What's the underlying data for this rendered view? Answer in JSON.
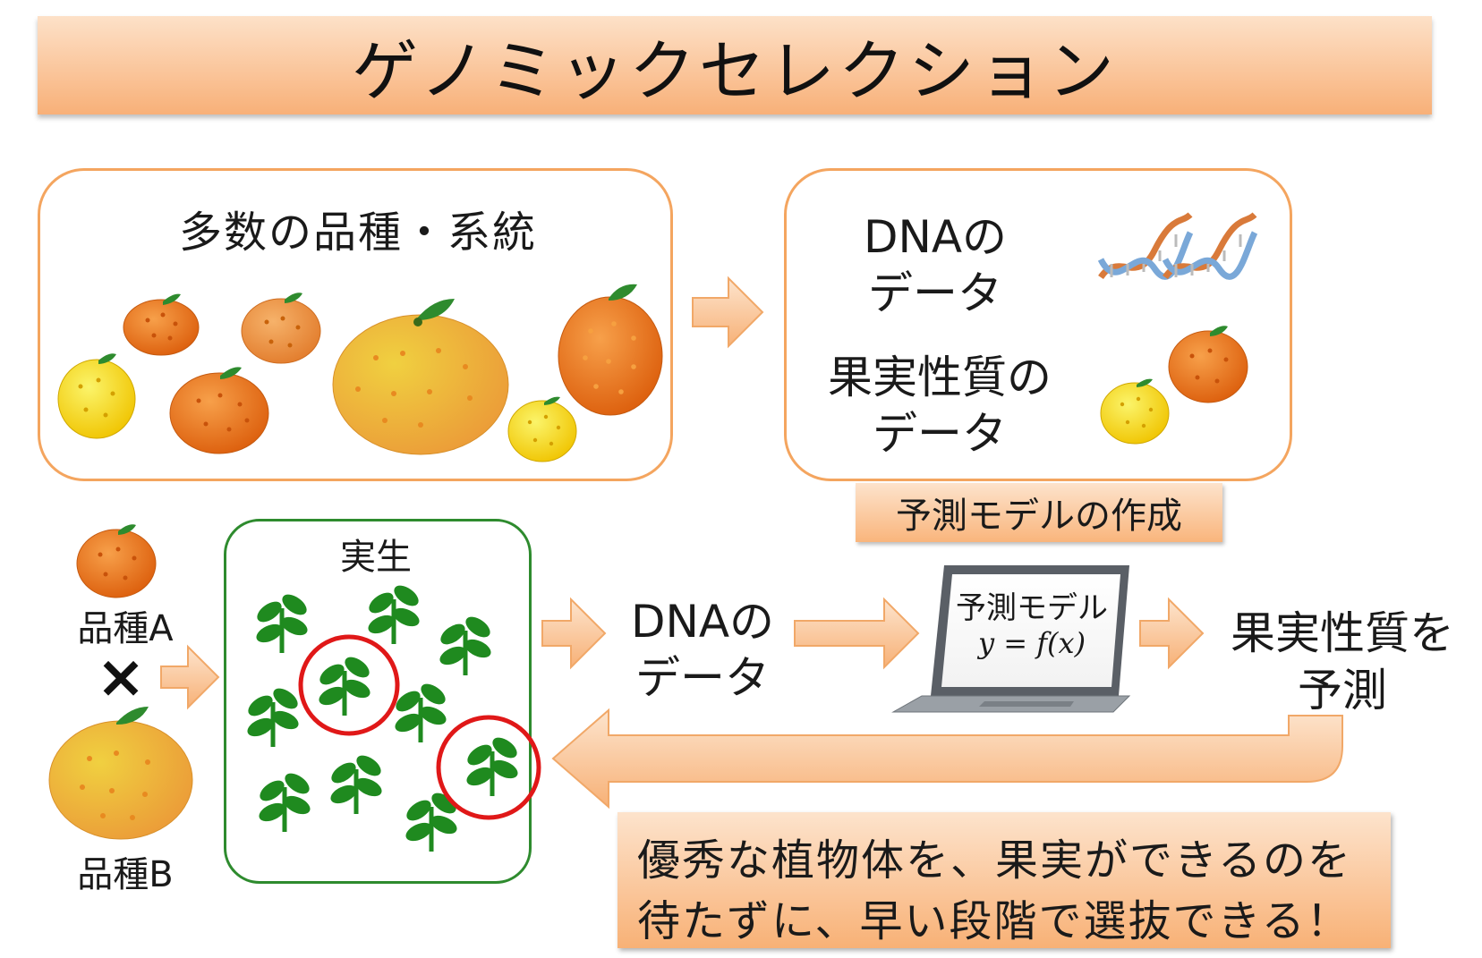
{
  "title": "ゲノミックセレクション",
  "top_left_panel": {
    "label": "多数の品種・系統"
  },
  "top_right_panel": {
    "dna_label_line1": "DNAの",
    "dna_label_line2": "データ",
    "trait_label_line1": "果実性質の",
    "trait_label_line2": "データ"
  },
  "model_creation_label": "予測モデルの作成",
  "parents": {
    "variety_a": "品種A",
    "cross_symbol": "×",
    "variety_b": "品種B"
  },
  "seedling_panel": {
    "label": "実生"
  },
  "dna_step": {
    "line1": "DNAの",
    "line2": "データ"
  },
  "laptop": {
    "line1": "予測モデル",
    "formula": "y = f(x)"
  },
  "prediction": {
    "line1": "果実性質を",
    "line2": "予測"
  },
  "conclusion": {
    "line1": "優秀な植物体を、果実ができるのを",
    "line2": "待たずに、早い段階で選抜できる！"
  },
  "colors": {
    "orange_border": "#f4a55f",
    "green_border": "#2e8b2e",
    "selection_circle": "#e01818",
    "arrow_fill": "#fbcfa6",
    "leaf": "#1f8a1f"
  }
}
